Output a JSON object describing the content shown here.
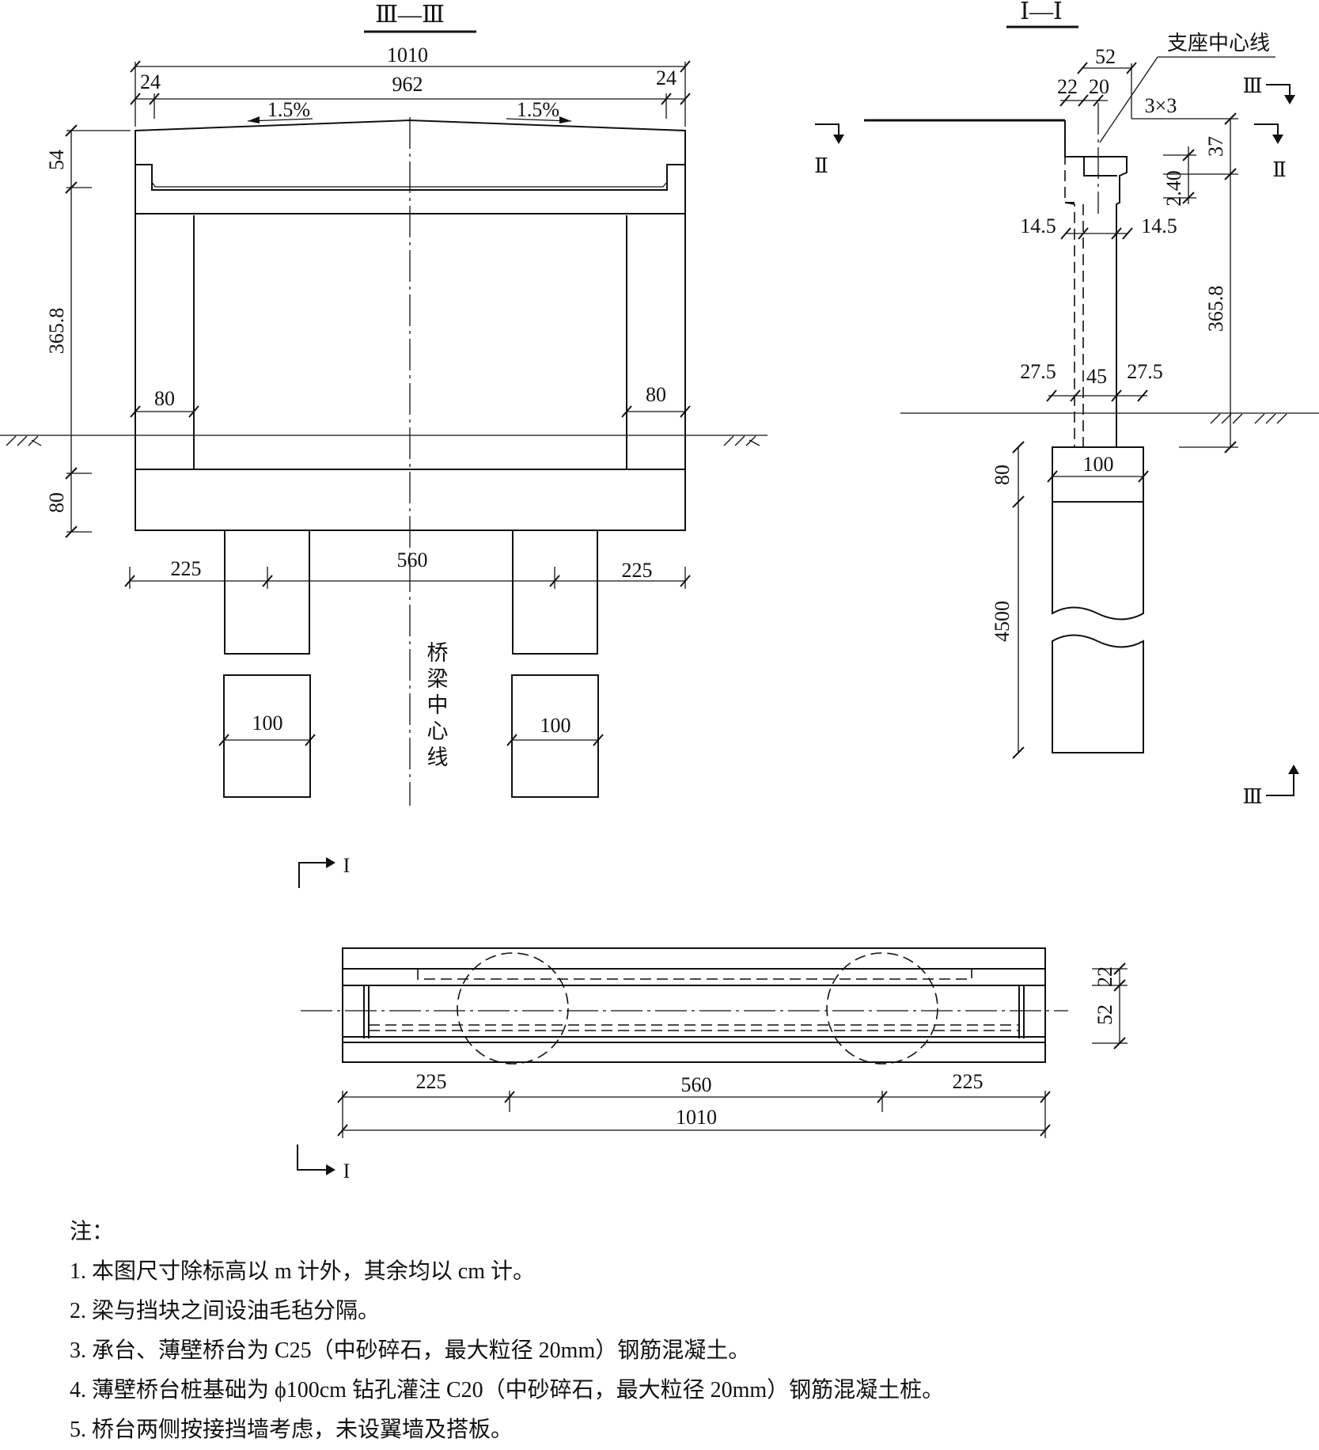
{
  "sections": {
    "front_title": "Ⅲ—Ⅲ",
    "side_title": "Ⅰ—Ⅰ",
    "cut_II": "Ⅱ",
    "cut_III": "Ⅲ",
    "cut_I": "I"
  },
  "front_view": {
    "overall_width": "1010",
    "inner_width": "962",
    "edge_left": "24",
    "edge_right": "24",
    "slope_left": "1.5%",
    "slope_right": "1.5%",
    "cap_height": "54",
    "wall_height": "365.8",
    "footing_height": "80",
    "wall_thickness_left": "80",
    "wall_thickness_right": "80",
    "pile_offset_left": "225",
    "pile_spacing": "560",
    "pile_offset_right": "225",
    "pile_dia_left": "100",
    "pile_dia_right": "100",
    "centerline_label": "桥梁中心线"
  },
  "side_view": {
    "bearing_centerline_label": "支座中心线",
    "top_width": "52",
    "dim_22": "22",
    "dim_20": "20",
    "chamfer": "3×3",
    "dim_37": "37",
    "dim_240": "2.40",
    "dim_145_left": "14.5",
    "dim_145_right": "14.5",
    "wall_height": "365.8",
    "dim_275_left": "27.5",
    "wall_thk": "45",
    "dim_275_right": "27.5",
    "footing_width": "100",
    "footing_height": "80",
    "pile_length": "4500"
  },
  "plan_view": {
    "dim_22": "22",
    "dim_52": "52",
    "offset_left": "225",
    "spacing": "560",
    "offset_right": "225",
    "overall": "1010"
  },
  "notes": {
    "title": "注：",
    "items": [
      "1. 本图尺寸除标高以 m 计外，其余均以 cm 计。",
      "2. 梁与挡块之间设油毛毡分隔。",
      "3. 承台、薄壁桥台为 C25（中砂碎石，最大粒径 20mm）钢筋混凝土。",
      "4. 薄壁桥台桩基础为 ϕ100cm 钻孔灌注 C20（中砂碎石，最大粒径 20mm）钢筋混凝土桩。",
      "5. 桥台两侧按接挡墙考虑，未设翼墙及搭板。"
    ]
  }
}
